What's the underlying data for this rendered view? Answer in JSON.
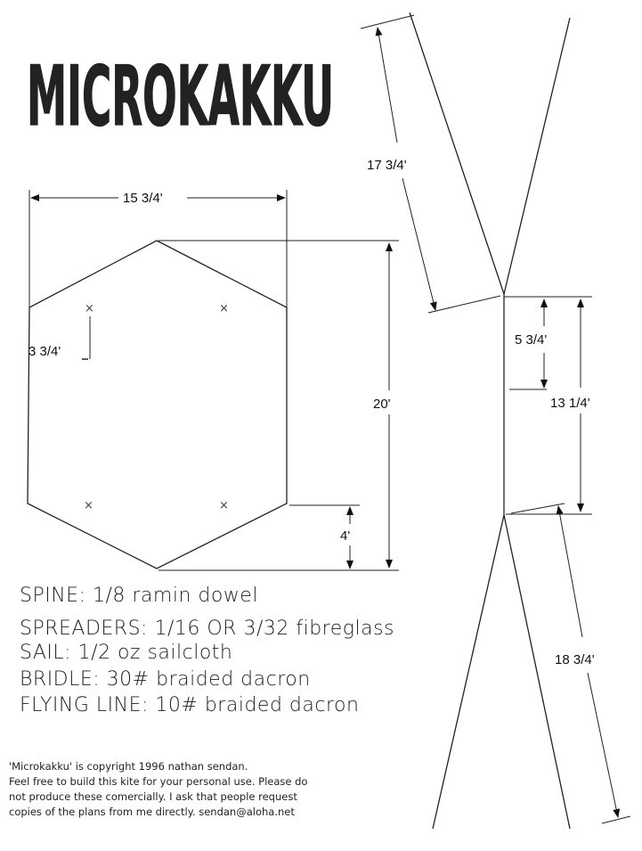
{
  "title": "MICROKAKKU",
  "dimensions": {
    "width": "15 3/4'",
    "height": "20'",
    "mark_offset": "3 3/4'",
    "bottom_offset": "4'",
    "upper_spreader": "17 3/4'",
    "spine_upper": "5 3/4'",
    "spine_total": "13 1/4'",
    "lower_spreader": "18 3/4'"
  },
  "specs": [
    "SPINE:  1/8  ramin dowel",
    "SPREADERS:  1/16 OR 3/32 fibreglass",
    "SAIL:  1/2 oz sailcloth",
    "BRIDLE:  30#  braided dacron",
    "FLYING LINE:  10# braided dacron"
  ],
  "copyright": [
    "'Microkakku' is copyright 1996 nathan sendan.",
    "Feel free to build this kite for your personal use.  Please do",
    "not produce these comercially.  I ask that people request",
    "copies of the plans from me directly.   sendan@aloha.net"
  ]
}
